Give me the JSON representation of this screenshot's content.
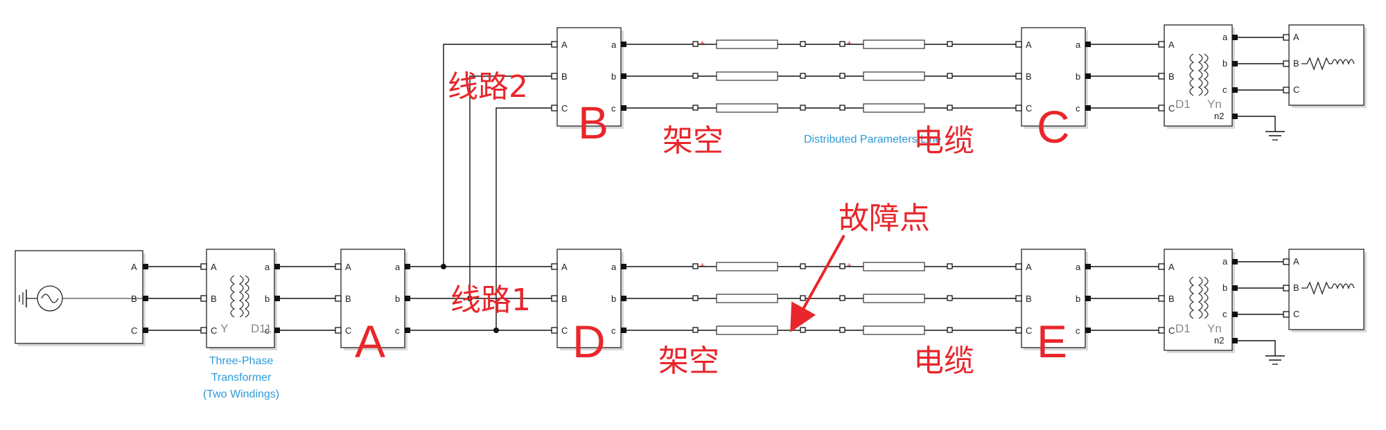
{
  "ports_upper": [
    "A",
    "B",
    "C"
  ],
  "ports_lower": [
    "a",
    "b",
    "c"
  ],
  "ground_port": "n2",
  "transformer_label": [
    "Three-Phase",
    "Transformer",
    "(Two Windings)"
  ],
  "transformer_src_windings": {
    "primary": "Y",
    "secondary": "D11"
  },
  "transformer_load_windings": {
    "primary": "D1",
    "secondary": "Yn"
  },
  "distributed_label": "Distributed Parameters Line",
  "nodes": {
    "A": "A",
    "B": "B",
    "C": "C",
    "D": "D",
    "E": "E"
  },
  "route_labels": {
    "line2": "线路2",
    "line1": "线路1"
  },
  "segment_labels": {
    "overhead": "架空",
    "cable": "电缆"
  },
  "fault_label": "故障点",
  "colors": {
    "annotation_red": "#e8262b",
    "block_label_blue": "#2f9ad8"
  }
}
